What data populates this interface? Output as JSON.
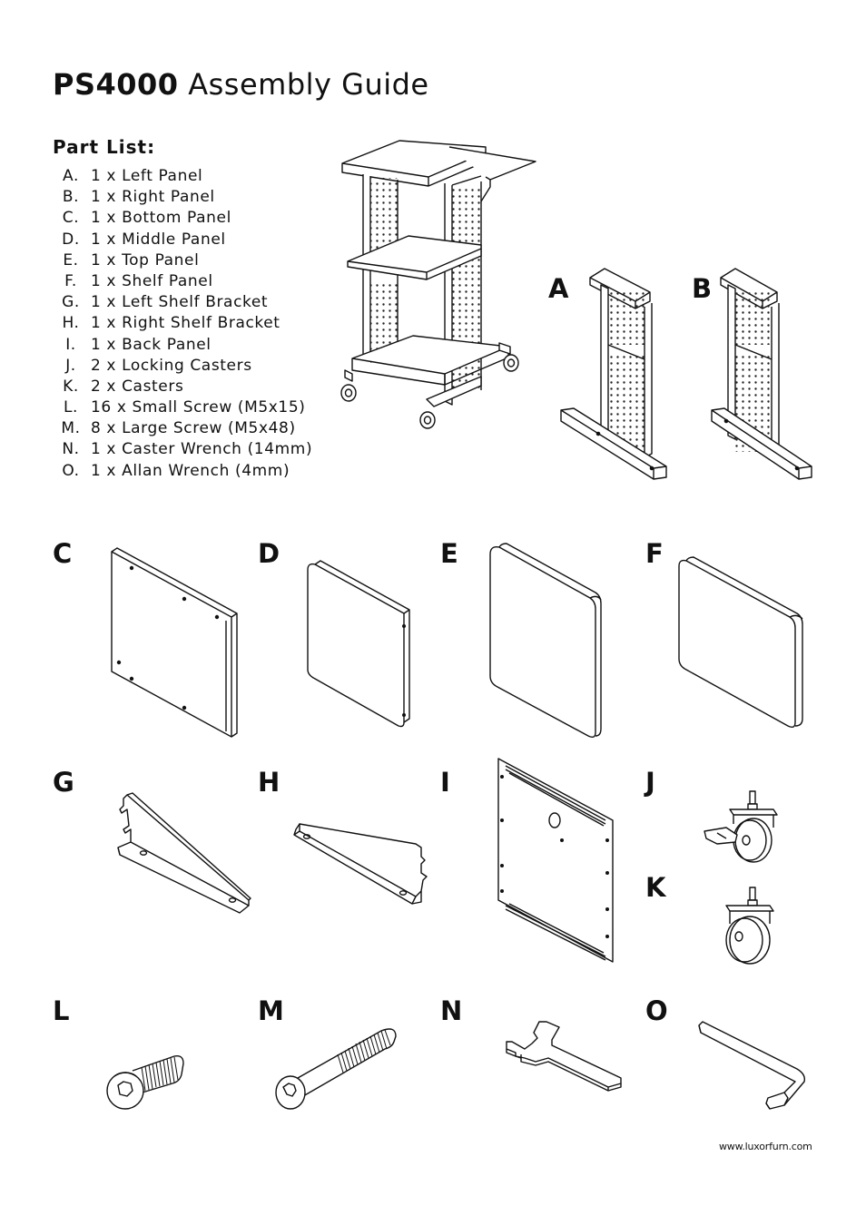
{
  "header": {
    "model": "PS4000",
    "title_rest": "Assembly Guide"
  },
  "part_list": {
    "heading": "Part List:",
    "items": [
      {
        "key": "A.",
        "text": "1 x Left Panel"
      },
      {
        "key": "B.",
        "text": "1 x Right Panel"
      },
      {
        "key": "C.",
        "text": "1 x Bottom Panel"
      },
      {
        "key": "D.",
        "text": "1 x Middle Panel"
      },
      {
        "key": "E.",
        "text": "1 x Top Panel"
      },
      {
        "key": "F.",
        "text": "1 x Shelf Panel"
      },
      {
        "key": "G.",
        "text": "1 x Left Shelf Bracket"
      },
      {
        "key": "H.",
        "text": "1 x Right Shelf Bracket"
      },
      {
        "key": "I.",
        "text": "1 x Back Panel"
      },
      {
        "key": "J.",
        "text": "2 x Locking Casters"
      },
      {
        "key": "K.",
        "text": "2 x Casters"
      },
      {
        "key": "L.",
        "text": "16 x Small Screw (M5x15)"
      },
      {
        "key": "M.",
        "text": "8 x Large Screw (M5x48)"
      },
      {
        "key": "N.",
        "text": "1 x Caster Wrench (14mm)"
      },
      {
        "key": "O.",
        "text": "1 x Allan Wrench (4mm)"
      }
    ]
  },
  "diagram_labels": {
    "a": "A",
    "b": "B",
    "c": "C",
    "d": "D",
    "e": "E",
    "f": "F",
    "g": "G",
    "h": "H",
    "i": "I",
    "j": "J",
    "k": "K",
    "l": "L",
    "m": "M",
    "n": "N",
    "o": "O"
  },
  "footer": {
    "url": "www.luxorfurn.com"
  }
}
